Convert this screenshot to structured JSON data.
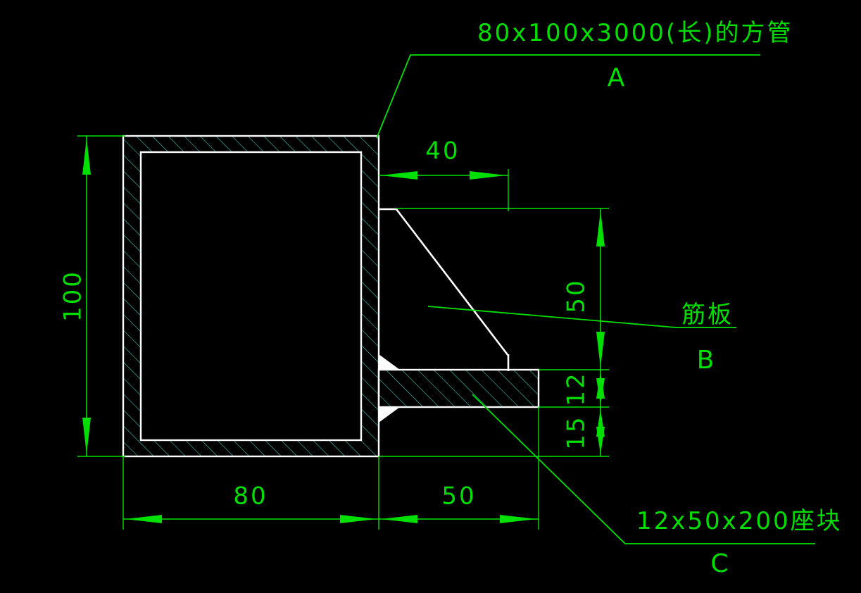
{
  "drawing": {
    "background_color": "#000000",
    "dimension_color": "#00e000",
    "geometry_color": "#ffffff",
    "hatch_color": "#3fd8c8",
    "title": "Square tube with rib plate and base block assembly"
  },
  "dimensions": {
    "height_left": "100",
    "width_tube": "80",
    "width_block": "50",
    "offset_top": "40",
    "rib_height": "50",
    "block_thickness": "12",
    "block_bottom_offset": "15"
  },
  "callouts": [
    {
      "id": "a",
      "text": "80x100x3000(长)的方管",
      "letter": "A"
    },
    {
      "id": "b",
      "text": "筋板",
      "letter": "B"
    },
    {
      "id": "c",
      "text": "12x50x200座块",
      "letter": "C"
    }
  ]
}
